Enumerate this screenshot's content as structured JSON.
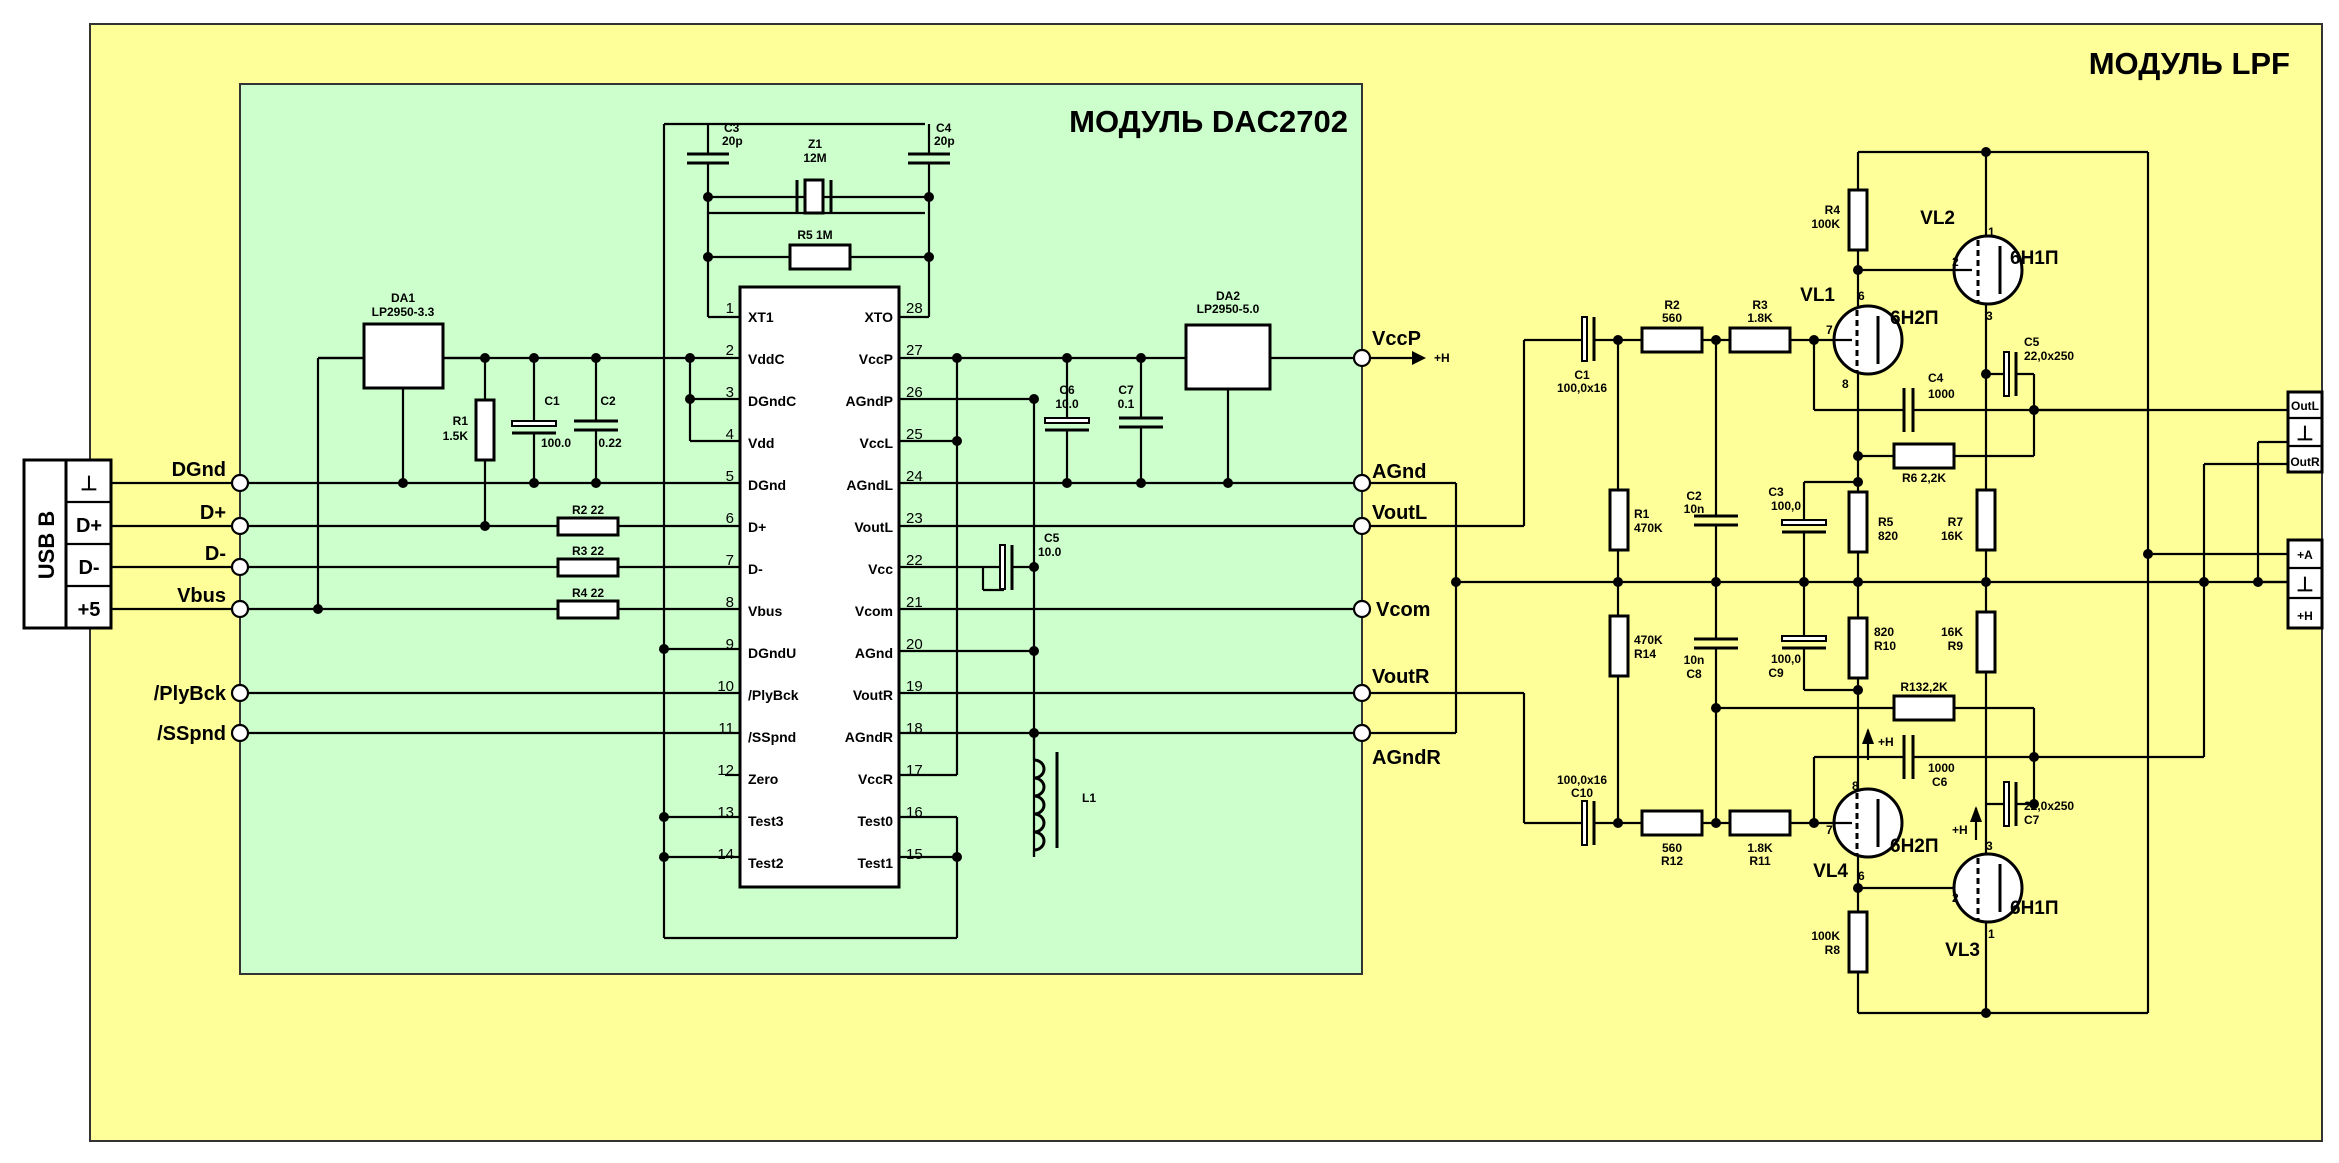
{
  "modules": {
    "lpf_title": "МОДУЛЬ LPF",
    "dac_title": "МОДУЛЬ DAC2702"
  },
  "usb": {
    "label": "USB B",
    "pins": [
      "⊥",
      "D+",
      "D-",
      "+5"
    ]
  },
  "signals_left": [
    "DGnd",
    "D+",
    "D-",
    "Vbus",
    "/PlyBck",
    "/SSpnd"
  ],
  "signals_right": [
    "VccP",
    "AGnd",
    "VoutL",
    "Vcom",
    "VoutR",
    "AGndR"
  ],
  "plus_h": "+H",
  "dac_chip": {
    "left_pins": [
      {
        "num": "1",
        "name": "XT1"
      },
      {
        "num": "2",
        "name": "VddC"
      },
      {
        "num": "3",
        "name": "DGndC"
      },
      {
        "num": "4",
        "name": "Vdd"
      },
      {
        "num": "5",
        "name": "DGnd"
      },
      {
        "num": "6",
        "name": "D+"
      },
      {
        "num": "7",
        "name": "D-"
      },
      {
        "num": "8",
        "name": "Vbus"
      },
      {
        "num": "9",
        "name": "DGndU"
      },
      {
        "num": "10",
        "name": "/PlyBck"
      },
      {
        "num": "11",
        "name": "/SSpnd"
      },
      {
        "num": "12",
        "name": "Zero"
      },
      {
        "num": "13",
        "name": "Test3"
      },
      {
        "num": "14",
        "name": "Test2"
      }
    ],
    "right_pins": [
      {
        "num": "28",
        "name": "XTO"
      },
      {
        "num": "27",
        "name": "VccP"
      },
      {
        "num": "26",
        "name": "AGndP"
      },
      {
        "num": "25",
        "name": "VccL"
      },
      {
        "num": "24",
        "name": "AGndL"
      },
      {
        "num": "23",
        "name": "VoutL"
      },
      {
        "num": "22",
        "name": "Vcc"
      },
      {
        "num": "21",
        "name": "Vcom"
      },
      {
        "num": "20",
        "name": "AGnd"
      },
      {
        "num": "19",
        "name": "VoutR"
      },
      {
        "num": "18",
        "name": "AGndR"
      },
      {
        "num": "17",
        "name": "VccR"
      },
      {
        "num": "16",
        "name": "Test0"
      },
      {
        "num": "15",
        "name": "Test1"
      }
    ]
  },
  "dac_parts": {
    "da1_name": "DA1",
    "da1_value": "LP2950-3.3",
    "da2_name": "DA2",
    "da2_value": "LP2950-5.0",
    "r1_name": "R1",
    "r1_value": "1.5K",
    "c1_name": "C1",
    "c1_value": "100.0",
    "c2_name": "C2",
    "c2_value": "0.22",
    "r2": "R2   22",
    "r3": "R3   22",
    "r4": "R4   22",
    "c3_name": "C3",
    "c3_value": "20p",
    "c4_name": "C4",
    "c4_value": "20p",
    "z1_name": "Z1",
    "z1_value": "12M",
    "r5": "R5    1M",
    "c5_name": "C5",
    "c5_value": "10.0",
    "c6_name": "C6",
    "c6_value": "10.0",
    "c7_name": "C7",
    "c7_value": "0.1",
    "l1_name": "L1"
  },
  "lpf_parts": {
    "c1_name": "C1",
    "c1_value": "100,0x16",
    "r2_name": "R2",
    "r2_value": "560",
    "r3_name": "R3",
    "r3_value": "1.8K",
    "r4_name": "R4",
    "r4_value": "100K",
    "vl1": "VL1",
    "vl2": "VL2",
    "vl3": "VL3",
    "vl4": "VL4",
    "tube_a": "6Н2П",
    "tube_b": "6Н1П",
    "c5_name": "C5",
    "c5_value": "22,0x250",
    "c4_name": "C4",
    "c4_value": "1000",
    "r6": "R6    2,2K",
    "r1_name": "R1",
    "r1_value": "470K",
    "c2_name": "C2",
    "c2_value": "10n",
    "c3_name": "C3",
    "c3_value": "100,0",
    "r5_name": "R5",
    "r5_value": "820",
    "r7_name": "R7",
    "r7_value": "16K",
    "r14_name": "R14",
    "r14_value": "470K",
    "c8_name": "C8",
    "c8_value": "10n",
    "c9_name": "C9",
    "c9_value": "100,0",
    "r10_name": "R10",
    "r10_value": "820",
    "r9_name": "R9",
    "r9_value": "16K",
    "r13": "R132,2K",
    "c6_name": "C6",
    "c6_value": "1000",
    "c7_name": "C7",
    "c7_value": "22,0x250",
    "c10_name": "C10",
    "c10_value": "100,0x16",
    "r12_name": "R12",
    "r12_value": "560",
    "r11_name": "R11",
    "r11_value": "1.8K",
    "r8_name": "R8",
    "r8_value": "100K",
    "pin1": "1",
    "pin2": "2",
    "pin3": "3",
    "pin6": "6",
    "pin7": "7",
    "pin8": "8"
  },
  "lpf_outputs": [
    "OutL",
    "⊥",
    "OutR"
  ],
  "lpf_power": [
    "+A",
    "⊥",
    "+H"
  ]
}
